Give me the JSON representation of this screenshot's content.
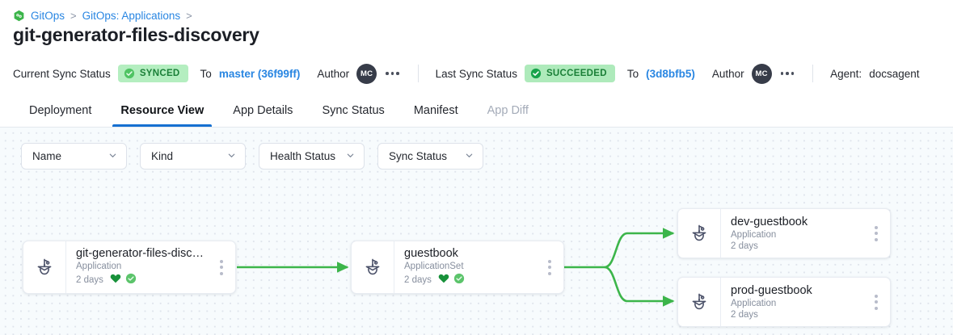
{
  "breadcrumb": {
    "logo_icon": "gitops-logo-icon",
    "items": [
      {
        "label": "GitOps",
        "separator": ">"
      },
      {
        "label": "GitOps: Applications",
        "separator": ">"
      }
    ]
  },
  "header": {
    "title": "git-generator-files-discovery"
  },
  "status_bar": {
    "current_sync": {
      "label": "Current Sync Status",
      "badge_text": "SYNCED",
      "badge_bg": "#b4eec0",
      "badge_fg": "#1a7f37",
      "to_word": "To",
      "revision": "master (36f99ff)",
      "author_label": "Author",
      "author_initials": "MC",
      "more_icon": "more-horizontal-icon"
    },
    "last_sync": {
      "label": "Last Sync Status",
      "badge_text": "SUCCEEDED",
      "badge_bg": "#aeeabb",
      "badge_fg": "#1a7f37",
      "to_word": "To",
      "revision": "(3d8bfb5)",
      "author_label": "Author",
      "author_initials": "MC",
      "more_icon": "more-horizontal-icon"
    },
    "agent": {
      "label": "Agent:",
      "value": "docsagent"
    }
  },
  "tabs": [
    {
      "label": "Deployment",
      "state": "normal"
    },
    {
      "label": "Resource View",
      "state": "active"
    },
    {
      "label": "App Details",
      "state": "normal"
    },
    {
      "label": "Sync Status",
      "state": "normal"
    },
    {
      "label": "Manifest",
      "state": "normal"
    },
    {
      "label": "App Diff",
      "state": "disabled"
    }
  ],
  "filters": [
    {
      "label": "Name",
      "icon": "chevron-down-icon"
    },
    {
      "label": "Kind",
      "icon": "chevron-down-icon"
    },
    {
      "label": "Health Status",
      "icon": "chevron-down-icon"
    },
    {
      "label": "Sync Status",
      "icon": "chevron-down-icon"
    }
  ],
  "graph": {
    "edge_color": "#3cb54a",
    "nodes": [
      {
        "id": "root",
        "name": "git-generator-files-disco...",
        "kind": "Application",
        "age": "2 days",
        "icon": "argo-application-icon",
        "health_icon": "heart-healthy-icon",
        "sync_icon": "check-circle-synced-icon",
        "show_health": true
      },
      {
        "id": "appset",
        "name": "guestbook",
        "kind": "ApplicationSet",
        "age": "2 days",
        "icon": "argo-application-icon",
        "health_icon": "heart-healthy-icon",
        "sync_icon": "check-circle-synced-icon",
        "show_health": true
      },
      {
        "id": "dev",
        "name": "dev-guestbook",
        "kind": "Application",
        "age": "2 days",
        "icon": "argo-application-icon",
        "show_health": false
      },
      {
        "id": "prod",
        "name": "prod-guestbook",
        "kind": "Application",
        "age": "2 days",
        "icon": "argo-application-icon",
        "show_health": false
      }
    ]
  },
  "colors": {
    "accent_blue": "#1570d1",
    "link_blue": "#2986e2",
    "green": "#3cb54a",
    "healthy_green": "#18913a",
    "canvas_bg": "#f7fbfd"
  }
}
